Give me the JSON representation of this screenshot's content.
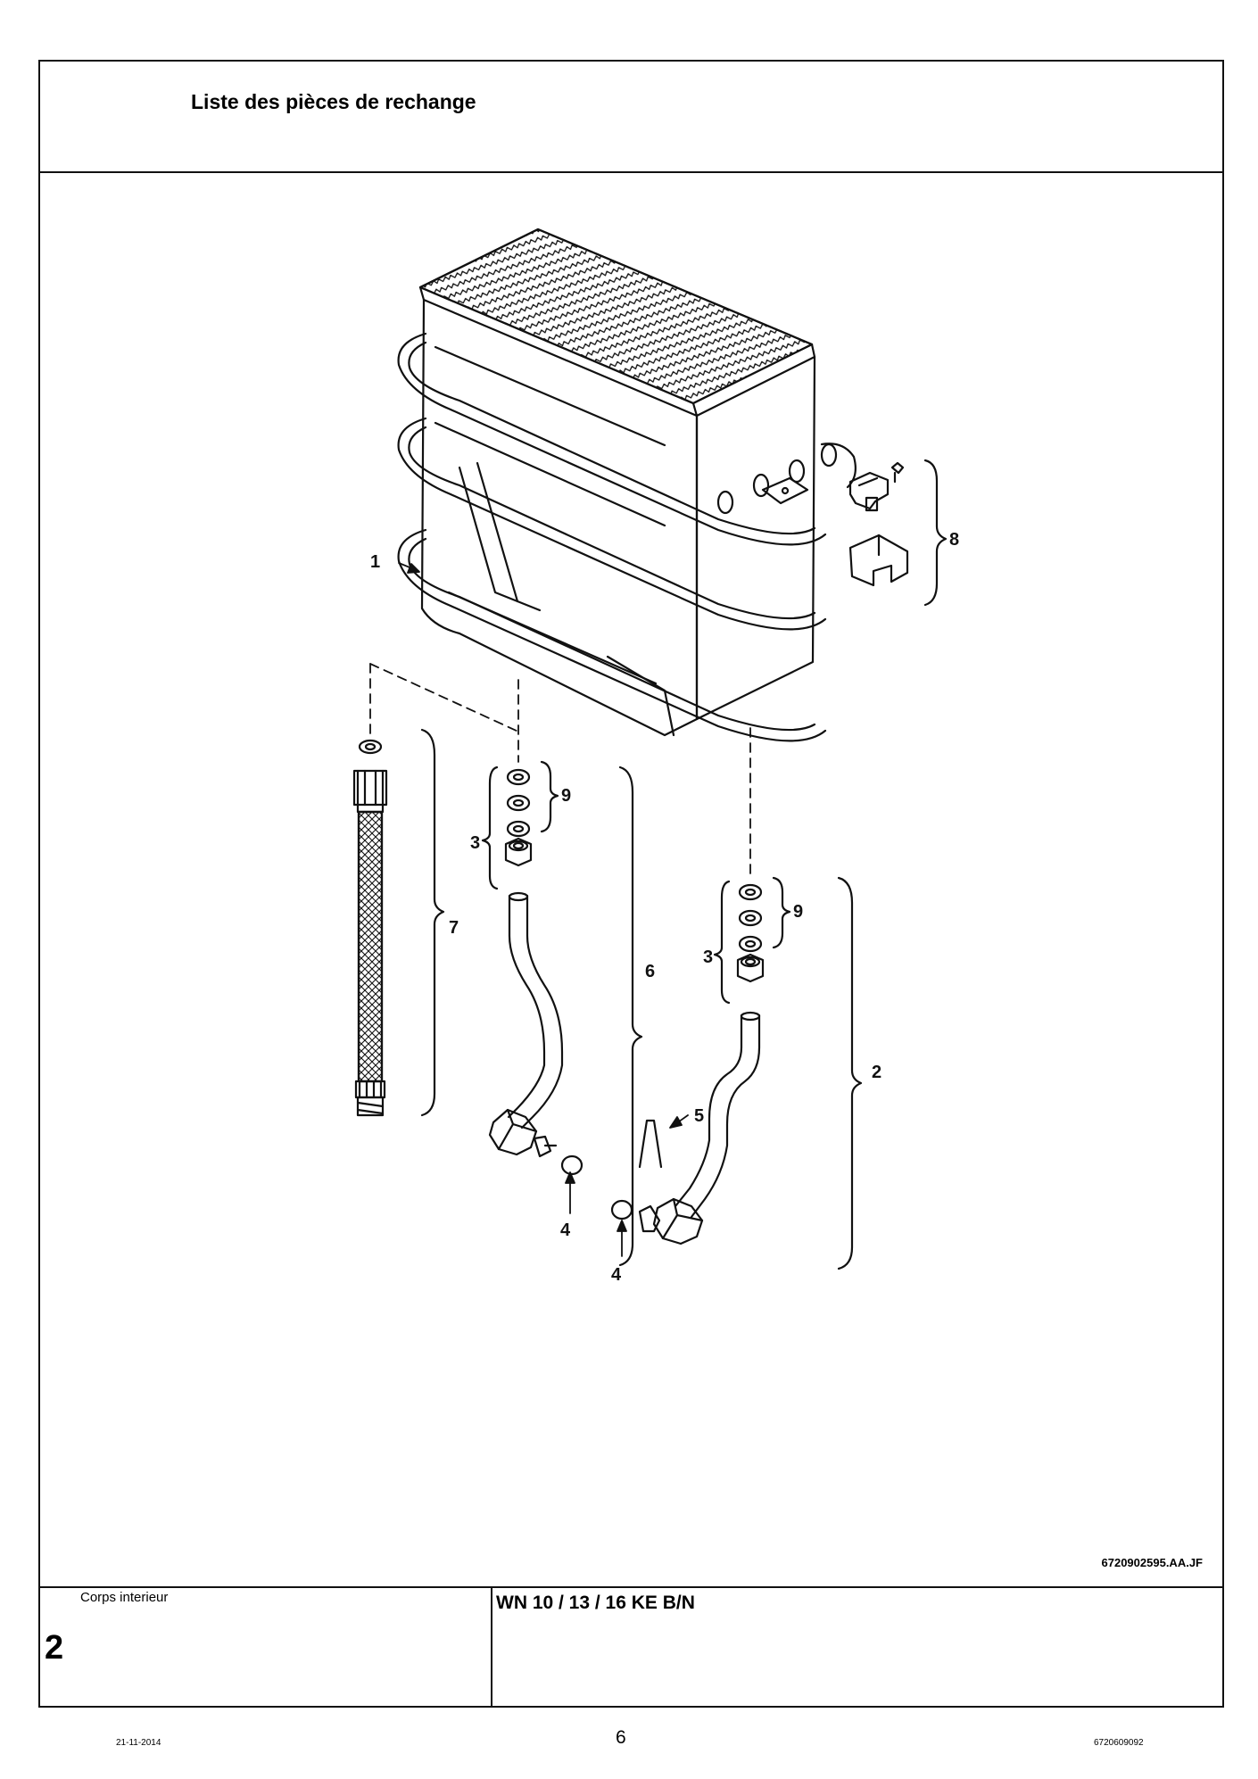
{
  "header": {
    "title": "Liste des pièces de rechange"
  },
  "drawing": {
    "reference": "6720902595.AA.JF",
    "callouts": [
      "1",
      "2",
      "3",
      "3",
      "4",
      "4",
      "5",
      "6",
      "7",
      "8",
      "9",
      "9"
    ]
  },
  "footer": {
    "section_label": "Corps interieur",
    "section_number": "2",
    "model": "WN 10 / 13 / 16 KE B/N"
  },
  "page": {
    "date": "21-11-2014",
    "number": "6",
    "code": "6720609092"
  }
}
